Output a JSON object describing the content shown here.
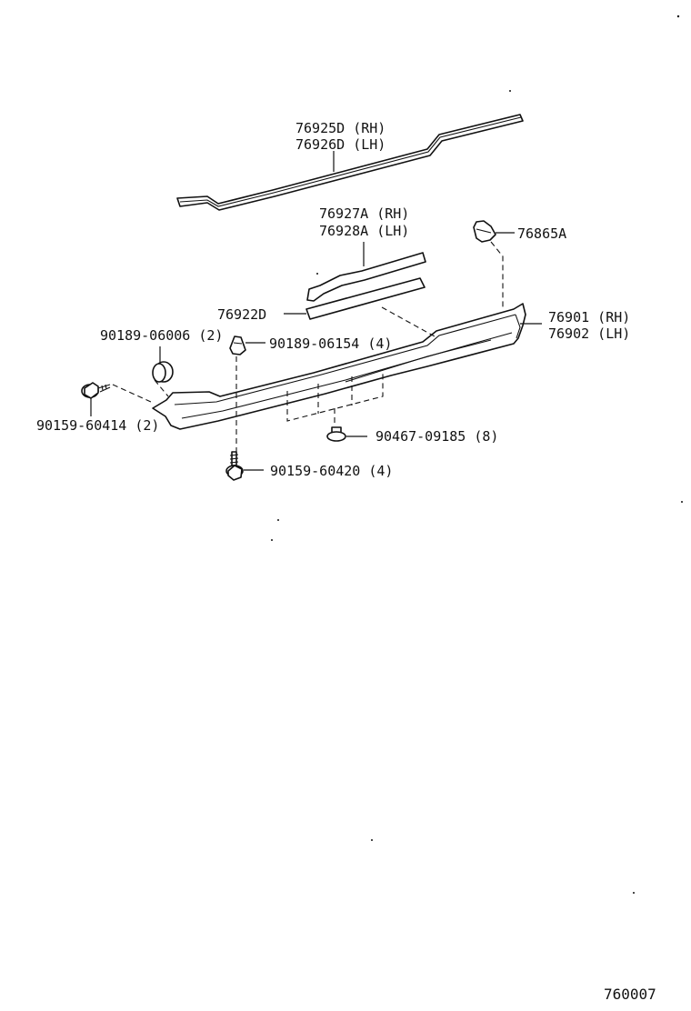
{
  "labels": {
    "weatherstrip_rh": "76925D (RH)",
    "weatherstrip_lh": "76926D (LH)",
    "garnish_rh": "76927A (RH)",
    "garnish_lh": "76928A (LH)",
    "tape": "76922D",
    "clip": "76865A",
    "rocker_rh": "76901 (RH)",
    "rocker_lh": "76902 (LH)",
    "clip_06006": "90189-06006 (2)",
    "clip_06154": "90189-06154 (4)",
    "screw_60414": "90159-60414 (2)",
    "clip_09185": "90467-09185 (8)",
    "screw_60420": "90159-60420 (4)"
  },
  "figure_number": "760007"
}
